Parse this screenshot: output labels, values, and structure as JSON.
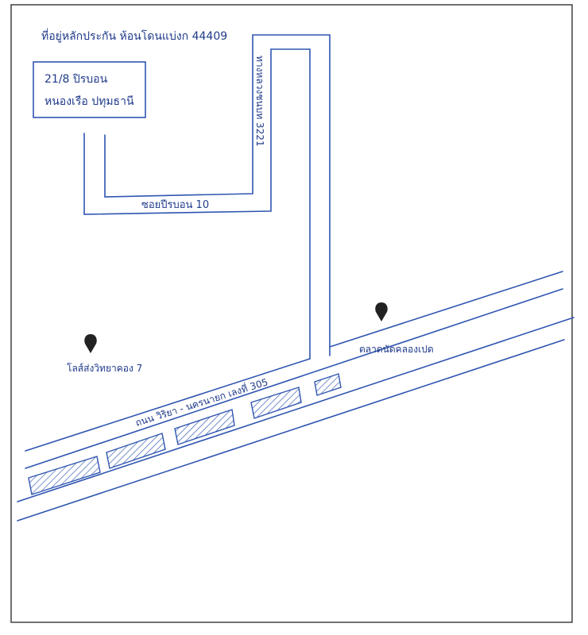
{
  "header_text": "ที่อยู่หลักประกัน ห้อนโดนแบ่งก 44409",
  "address_box": {
    "line1": "21/8 ปิรบอน",
    "line2": "หนองเรือ ปทุมธานี"
  },
  "labels": {
    "road_3221": "ทางหลวงชนบท 3221",
    "soi_10": "ซอยปีรบอน 10",
    "school": "โลส์ส่งวิทยาคอง 7",
    "market": "ตลาดนัดคลองเปด",
    "main_road": "ถนน วิริยา - นครนายก เลงที่ 305"
  },
  "colors": {
    "ink": "#2f55b0",
    "text": "#1f3a8a",
    "paper": "#ffffff",
    "border": "#333333",
    "pin": "#222222"
  },
  "icons": [
    "map-pin-icon"
  ]
}
